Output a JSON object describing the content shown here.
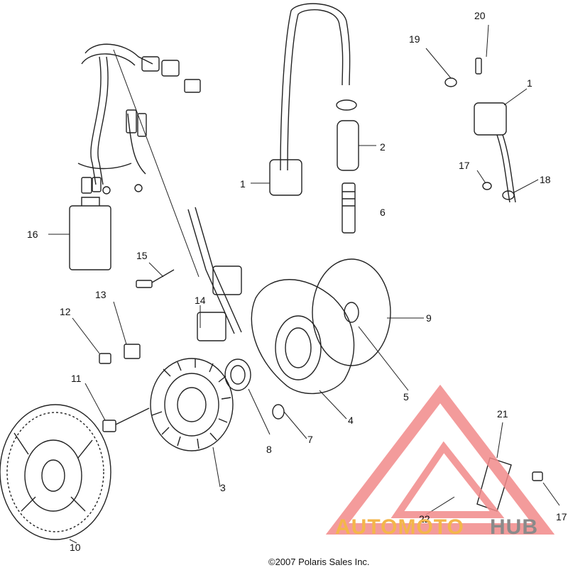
{
  "callouts": [
    "1",
    "2",
    "6",
    "1",
    "19",
    "20",
    "17",
    "18",
    "16",
    "15",
    "13",
    "12",
    "14",
    "9",
    "11",
    "3",
    "10",
    "8",
    "7",
    "4",
    "5",
    "21",
    "22",
    "17"
  ],
  "copyright": "©2007 Polaris Sales Inc.",
  "watermark": {
    "brand_left": "AUTOMOTO",
    "brand_right": "HUB",
    "colors": {
      "left": "#f3b64a",
      "right": "#8a8a8a",
      "triangle": "#f28a8a"
    }
  }
}
